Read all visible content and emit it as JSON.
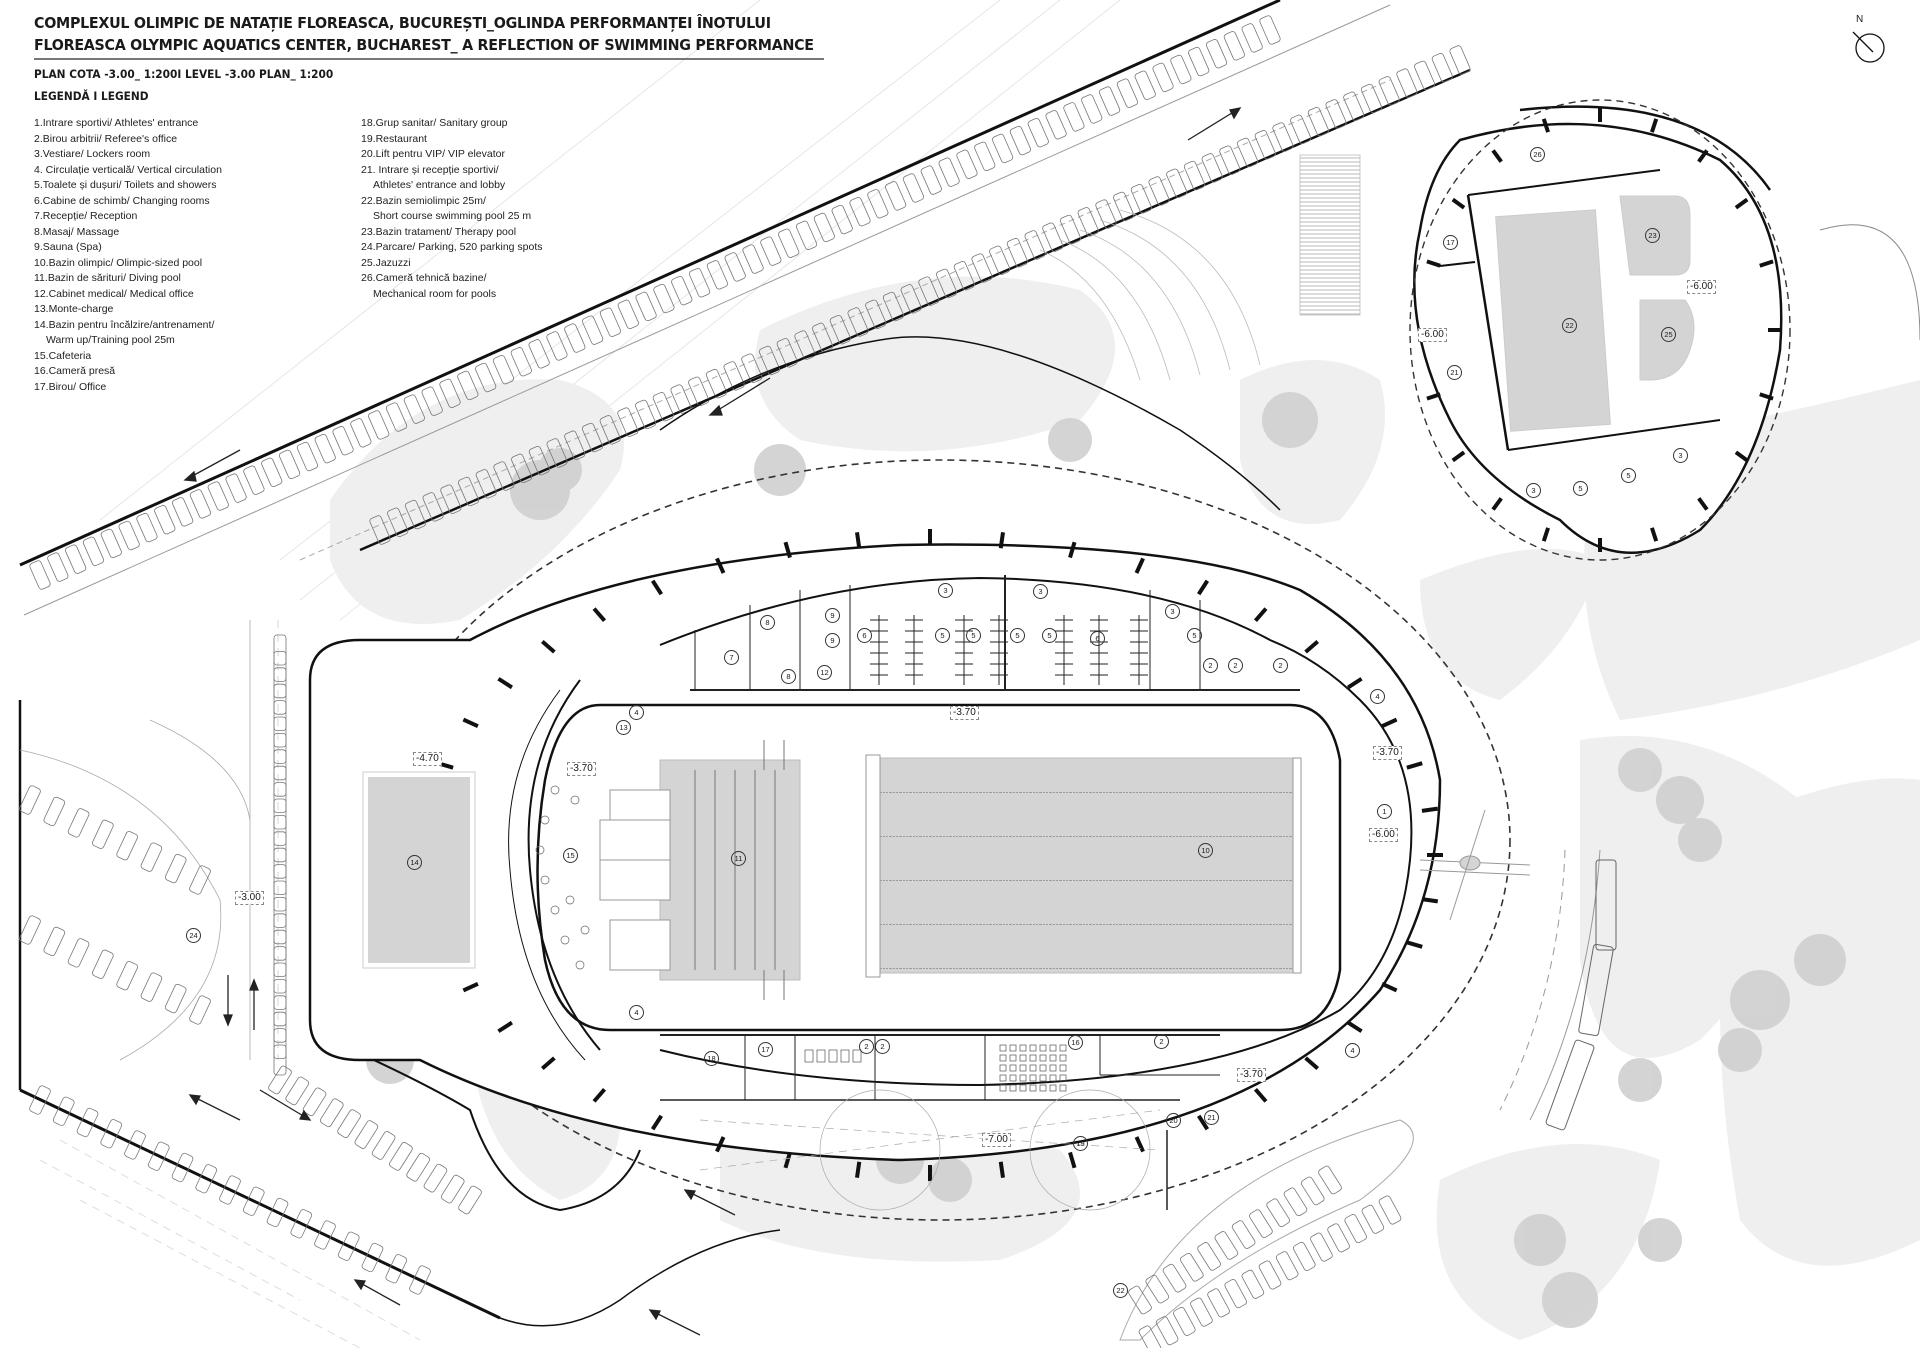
{
  "title": {
    "line_ro": "COMPLEXUL OLIMPIC DE NATAȚIE FLOREASCA, BUCUREȘTI_OGLINDA PERFORMANȚEI ÎNOTULUI",
    "line_en": "FLOREASCA OLYMPIC AQUATICS CENTER, BUCHAREST_ A REFLECTION OF SWIMMING PERFORMANCE",
    "plan_label": "PLAN COTA -3.00_ 1:200I LEVEL -3.00 PLAN_ 1:200",
    "legend_heading": "LEGENDĂ I LEGEND"
  },
  "north_arrow": {
    "label": "N",
    "icon": "north-arrow-icon"
  },
  "legend": {
    "col1": [
      {
        "text": "1.Intrare sportivi/ Athletes' entrance"
      },
      {
        "text": "2.Birou arbitrii/ Referee's office"
      },
      {
        "text": "3.Vestiare/ Lockers room"
      },
      {
        "text": "4. Circulație verticală/ Vertical circulation"
      },
      {
        "text": "5.Toalete și dușuri/ Toilets and showers"
      },
      {
        "text": "6.Cabine de schimb/ Changing rooms"
      },
      {
        "text": "7.Recepție/ Reception"
      },
      {
        "text": "8.Masaj/ Massage"
      },
      {
        "text": "9.Sauna (Spa)"
      },
      {
        "text": "10.Bazin olimpic/ Olimpic-sized pool"
      },
      {
        "text": "11.Bazin de sărituri/ Diving pool"
      },
      {
        "text": "12.Cabinet medical/ Medical office"
      },
      {
        "text": "13.Monte-charge"
      },
      {
        "text": "14.Bazin pentru încălzire/antrenament/",
        "sub": "Warm up/Training pool 25m"
      },
      {
        "text": "15.Cafeteria"
      },
      {
        "text": "16.Cameră presă"
      },
      {
        "text": "17.Birou/ Office"
      }
    ],
    "col2": [
      {
        "text": "18.Grup sanitar/ Sanitary group"
      },
      {
        "text": "19.Restaurant"
      },
      {
        "text": "20.Lift pentru VIP/ VIP elevator"
      },
      {
        "text": "21. Intrare și recepție sportivi/",
        "sub": "Athletes' entrance and lobby"
      },
      {
        "text": "22.Bazin semiolimpic 25m/",
        "sub": "Short course swimming pool 25 m"
      },
      {
        "text": "23.Bazin tratament/ Therapy pool"
      },
      {
        "text": "24.Parcare/ Parking, 520 parking spots"
      },
      {
        "text": "25.Jazuzzi"
      },
      {
        "text": "26.Cameră tehnică bazine/",
        "sub": "Mechanical room for pools"
      }
    ]
  },
  "elevations": {
    "main_hall_top": "-3.70",
    "cafeteria": "-3.70",
    "east_lobby_upper": "-3.70",
    "east_lobby_lower": "-6.00",
    "south_corridor": "-3.70",
    "restaurant": "-7.00",
    "training_pool": "-4.70",
    "parking_road": "-3.00",
    "annex_therapy": "-6.00",
    "annex_lobby": "-6.00"
  },
  "room_numbers": {
    "olympic_pool": "10",
    "diving_pool": "11",
    "training_pool": "14",
    "cafeteria": "15",
    "monte_charge": "13",
    "vertical_circ_nw": "4",
    "vertical_circ_ne": "4",
    "vertical_circ_sw": "4",
    "vertical_circ_se": "4",
    "reception": "7",
    "massage_a": "8",
    "massage_b": "8",
    "sauna_a": "9",
    "sauna_b": "9",
    "medical": "12",
    "changing_a": "6",
    "changing_b": "6",
    "wc_a": "5",
    "wc_b": "5",
    "wc_c": "5",
    "wc_d": "5",
    "wc_e": "5",
    "lockers_a": "3",
    "lockers_b": "3",
    "lockers_c": "3",
    "referee_a": "2",
    "referee_b": "2",
    "referee_c": "2",
    "athletes_entrance": "1",
    "office_south": "17",
    "sanitary": "18",
    "referee_s1": "2",
    "referee_s2": "2",
    "referee_s3": "2",
    "press": "16",
    "restaurant": "19",
    "vip_lift": "20",
    "lobby_south": "21",
    "parking": "24",
    "parking_se": "22",
    "annex_pool": "22",
    "annex_therapy": "23",
    "annex_jacuzzi": "25",
    "annex_mech": "26",
    "annex_office": "17",
    "annex_lobby": "21",
    "annex_lockers_a": "3",
    "annex_lockers_b": "3",
    "annex_wc_a": "5",
    "annex_wc_b": "5"
  },
  "colors": {
    "pool_fill": "#d4d4d4",
    "landscape_fill": "#efefef",
    "tree_fill": "#c8c8c8",
    "wall": "#111111",
    "thin_line": "#9a9a9a",
    "dashed_line": "#333333"
  }
}
